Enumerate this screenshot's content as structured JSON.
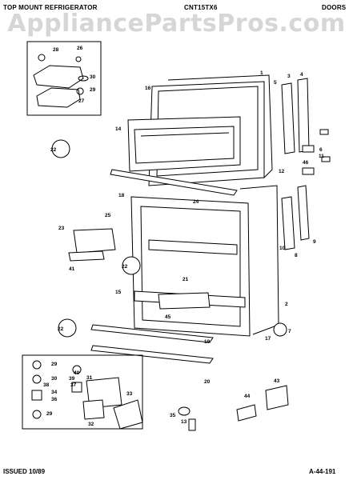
{
  "header": {
    "title": "TOP MOUNT REFRIGERATOR",
    "model": "CNT15TX6",
    "section": "DOORS"
  },
  "watermark": "AppliancePartsPros.com",
  "footer": {
    "issued": "ISSUED 10/89",
    "page_code": "A-44-191"
  },
  "callouts": {
    "c1": "1",
    "c2": "2",
    "c3": "3",
    "c4": "4",
    "c5": "5",
    "c6": "6",
    "c7": "7",
    "c8": "8",
    "c9": "9",
    "c10": "10",
    "c11": "11",
    "c12": "12",
    "c13": "13",
    "c14": "14",
    "c15": "15",
    "c16": "16",
    "c17": "17",
    "c18": "18",
    "c19": "19",
    "c20": "20",
    "c21": "21",
    "c22a": "22",
    "c22b": "22",
    "c22c": "22",
    "c23": "23",
    "c24": "24",
    "c25": "25",
    "c26": "26",
    "c27": "27",
    "c28": "28",
    "c29a": "29",
    "c29b": "29",
    "c29c": "29",
    "c30a": "30",
    "c30b": "30",
    "c31": "31",
    "c32": "32",
    "c33": "33",
    "c34": "34",
    "c35": "35",
    "c36": "36",
    "c37": "37",
    "c38": "38",
    "c39": "39",
    "c40": "40",
    "c41": "41",
    "c43": "43",
    "c44": "44",
    "c45": "45",
    "c46": "46"
  }
}
